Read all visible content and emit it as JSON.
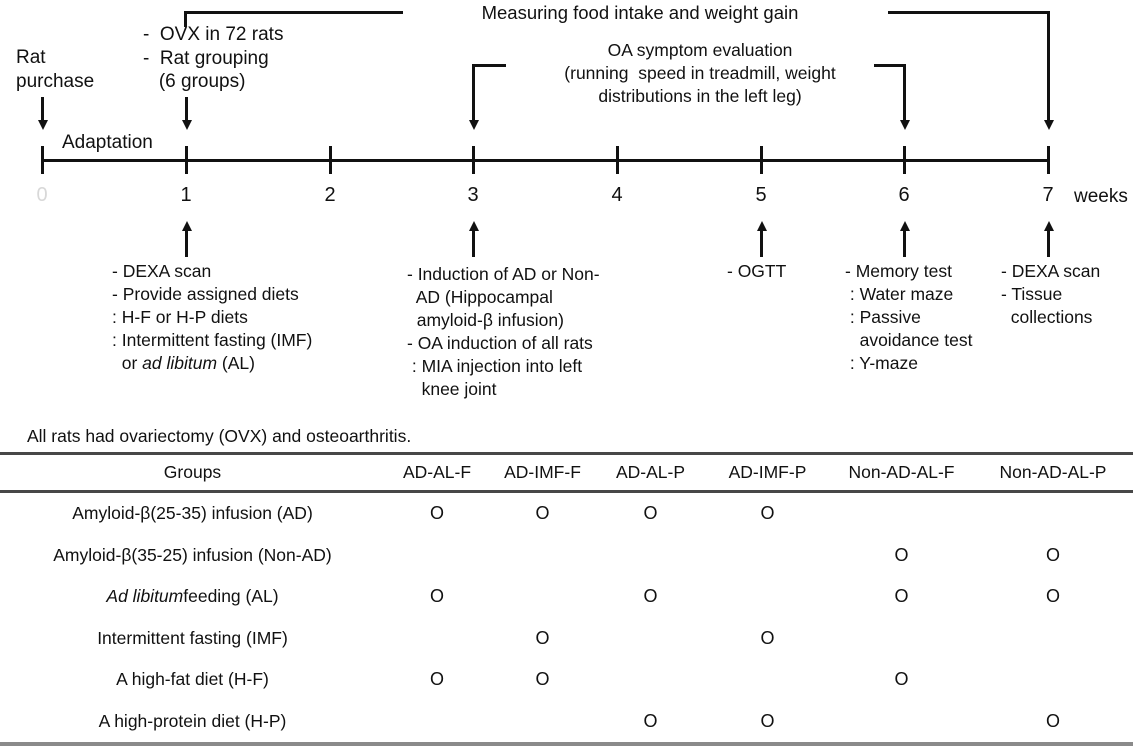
{
  "figure": {
    "timeline": {
      "rat_purchase": [
        "Rat",
        "purchase"
      ],
      "adaptation": "Adaptation",
      "week1_top": [
        "-  OVX in 72 rats",
        "-  Rat grouping",
        "   (6 groups)"
      ],
      "measuring": "Measuring food intake and weight gain",
      "oa_eval": [
        "OA symptom evaluation",
        "(running  speed in treadmill, weight",
        "distributions in the left leg)"
      ],
      "ticks": [
        "0",
        "1",
        "2",
        "3",
        "4",
        "5",
        "6",
        "7"
      ],
      "weeks_label": "weeks",
      "week1_bottom": [
        "- DEXA scan",
        "- Provide assigned diets",
        ": H-F or H-P diets",
        ": Intermittent fasting (IMF)",
        "  or *ad libitum* (AL)"
      ],
      "week3_bottom": [
        "- Induction of AD or Non-",
        "  AD (Hippocampal",
        "  amyloid-β infusion)",
        "- OA induction of all rats",
        " : MIA injection into left",
        "   knee joint"
      ],
      "week5_bottom": [
        "- OGTT"
      ],
      "week6_bottom": [
        "- Memory test",
        " : Water maze",
        " : Passive",
        "   avoidance test",
        " : Y-maze"
      ],
      "week7_bottom": [
        "- DEXA scan",
        "- Tissue",
        "  collections"
      ]
    },
    "caption": "All rats had ovariectomy (OVX) and osteoarthritis.",
    "table": {
      "columns": [
        "Groups",
        "AD-AL-F",
        "AD-IMF-F",
        "AD-AL-P",
        "AD-IMF-P",
        "Non-AD-AL-F",
        "Non-AD-AL-P"
      ],
      "rows": [
        {
          "label": "Amyloid-β(25-35) infusion (AD)",
          "marks": [
            "O",
            "O",
            "O",
            "O",
            "",
            ""
          ]
        },
        {
          "label": "Amyloid-β(35-25) infusion (Non-AD)",
          "marks": [
            "",
            "",
            "",
            "",
            "O",
            "O"
          ]
        },
        {
          "label": "*Ad libitum* feeding (AL)",
          "marks": [
            "O",
            "",
            "O",
            "",
            "O",
            "O"
          ]
        },
        {
          "label": "Intermittent fasting (IMF)",
          "marks": [
            "",
            "O",
            "",
            "O",
            "",
            ""
          ]
        },
        {
          "label": "A high-fat diet (H-F)",
          "marks": [
            "O",
            "O",
            "",
            "",
            "O",
            ""
          ]
        },
        {
          "label": "A high-protein diet (H-P)",
          "marks": [
            "",
            "",
            "O",
            "O",
            "",
            "O"
          ]
        }
      ]
    }
  }
}
